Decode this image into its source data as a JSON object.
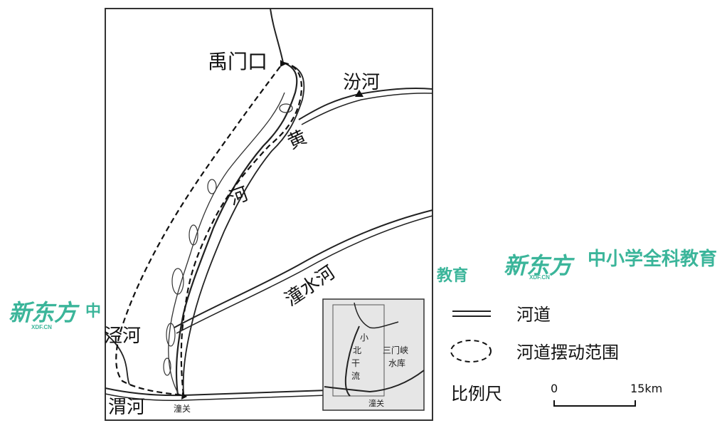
{
  "map": {
    "labels": {
      "yumenkou": "禹门口",
      "fenhe": "汾河",
      "huang": "黄",
      "he": "河",
      "zhangshuihe": "潼水河",
      "jinghe": "泾河",
      "weihe": "渭河",
      "tongguan": "潼关"
    },
    "inset": {
      "xiao": "小",
      "bei": "北",
      "gan": "干",
      "liu": "流",
      "sanmenxia": "三门峡",
      "shuiku": "水库",
      "tongguan": "潼关"
    }
  },
  "watermark": {
    "brand": "新东方",
    "brand_sub": "XDF.CN",
    "slogan": "中小学全科教育",
    "partial_zhong": "中",
    "partial_jiaoyu": "教育"
  },
  "legend": {
    "channel": "河道",
    "swing_range": "河道摆动范围",
    "scale_label": "比例尺",
    "scale_start": "0",
    "scale_end": "15km"
  },
  "colors": {
    "watermark": "#3bb59a",
    "ink": "#111111"
  }
}
